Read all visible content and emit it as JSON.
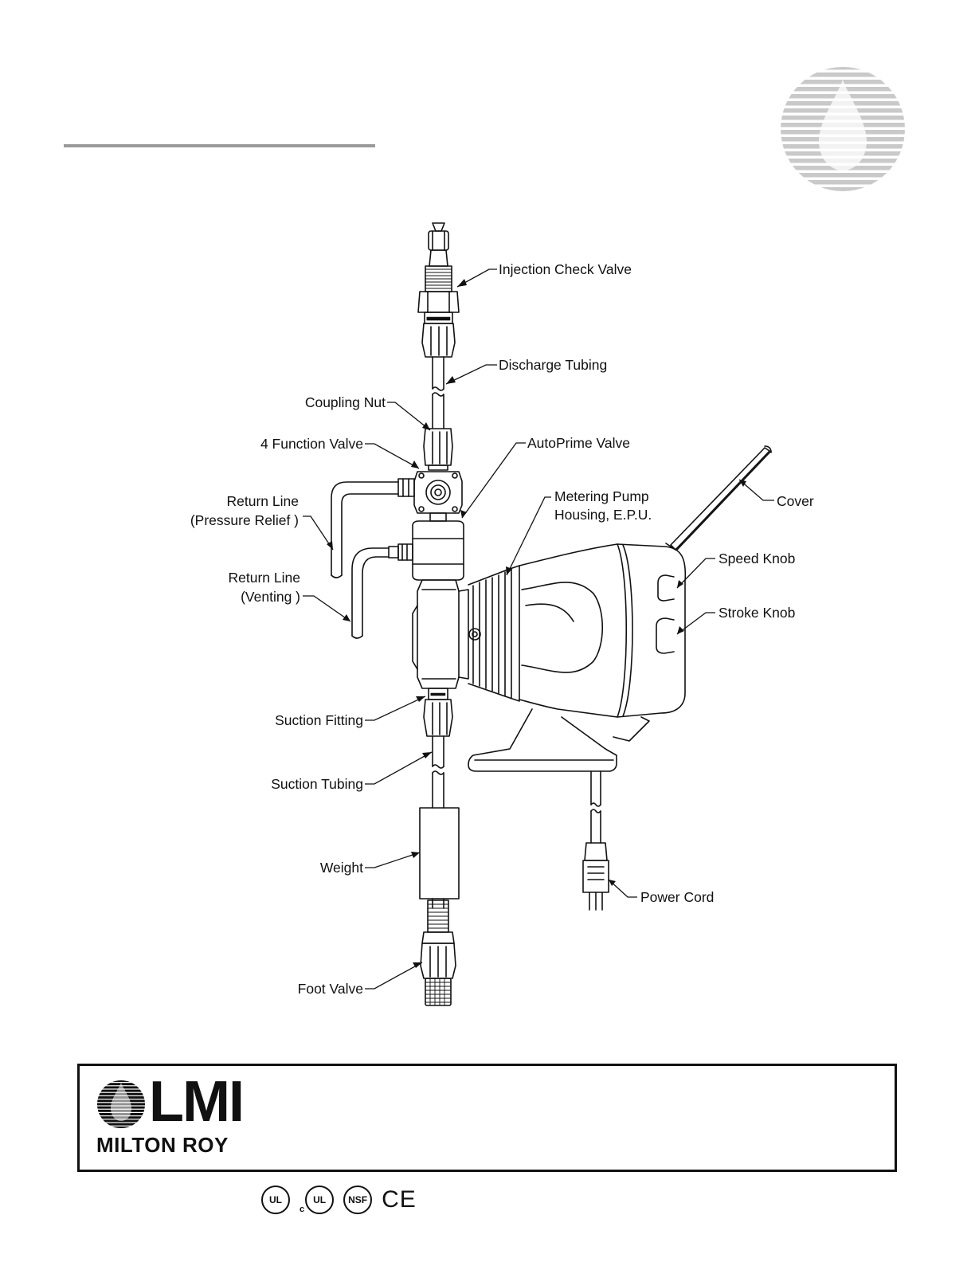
{
  "labels": {
    "injection_check_valve": "Injection Check Valve",
    "discharge_tubing": "Discharge Tubing",
    "coupling_nut": "Coupling Nut",
    "four_function_valve": "4 Function Valve",
    "autoprime_valve": "AutoPrime Valve",
    "metering_pump_1": "Metering Pump",
    "metering_pump_2": "Housing, E.P.U.",
    "cover": "Cover",
    "return_relief_1": "Return Line",
    "return_relief_2": "(Pressure Relief )",
    "return_vent_1": "Return Line",
    "return_vent_2": "(Venting )",
    "speed_knob": "Speed Knob",
    "stroke_knob": "Stroke Knob",
    "suction_fitting": "Suction Fitting",
    "suction_tubing": "Suction Tubing",
    "weight": "Weight",
    "power_cord": "Power Cord",
    "foot_valve": "Foot Valve"
  },
  "footer": {
    "brand_name": "LMI",
    "brand_sub": "MILTON ROY"
  },
  "certifications": {
    "ul": "UL",
    "cul_prefix": "c",
    "cul": "UL",
    "nsf": "NSF",
    "ce": "CE"
  },
  "colors": {
    "line": "#111111",
    "rule": "#9a9a9a",
    "badge": "#c9c9c9"
  }
}
